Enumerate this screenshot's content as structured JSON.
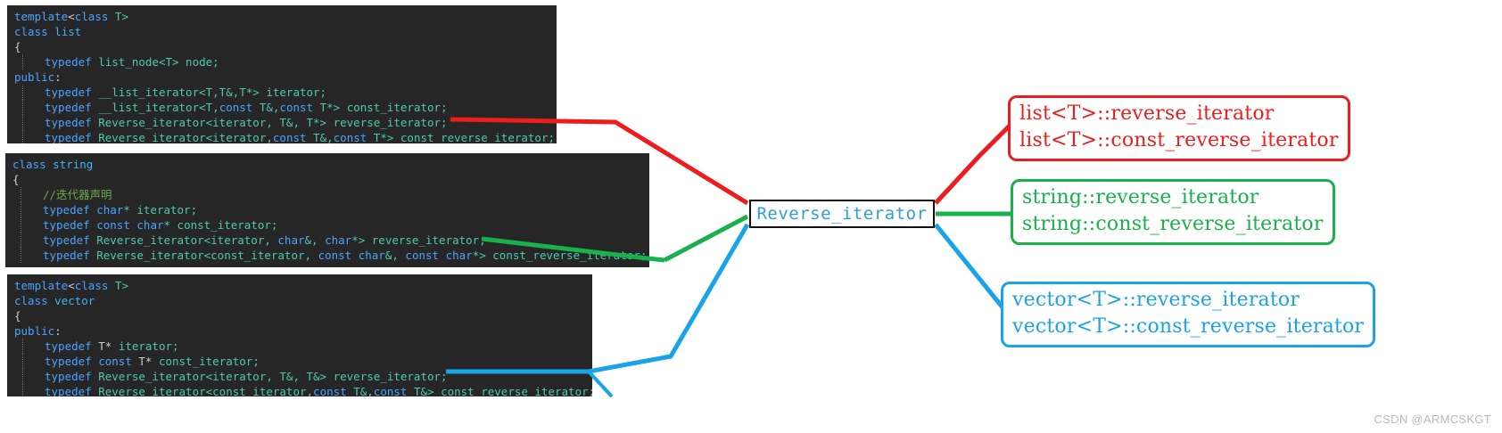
{
  "watermark": "CSDN @ARMCSKGT",
  "center_node": {
    "label": "Reverse_iterator",
    "text_color": "#2b9fe0",
    "border_color": "#111111"
  },
  "code_panels": [
    {
      "id": "list",
      "name": "list-class-code",
      "background": "#262626",
      "lines": [
        {
          "indent": false,
          "segments": [
            {
              "t": "template",
              "c": "kw"
            },
            {
              "t": "<",
              "c": "punc"
            },
            {
              "t": "class",
              "c": "kw"
            },
            {
              "t": " T>",
              "c": "type"
            }
          ]
        },
        {
          "indent": false,
          "segments": [
            {
              "t": "class",
              "c": "kw"
            },
            {
              "t": " ",
              "c": "plain"
            },
            {
              "t": "list",
              "c": "kw2"
            }
          ]
        },
        {
          "indent": false,
          "segments": [
            {
              "t": "{",
              "c": "plain"
            }
          ]
        },
        {
          "indent": true,
          "segments": [
            {
              "t": "typedef",
              "c": "kw"
            },
            {
              "t": " list_node<T> node;",
              "c": "type"
            }
          ]
        },
        {
          "indent": false,
          "segments": [
            {
              "t": "public",
              "c": "kw"
            },
            {
              "t": ":",
              "c": "plain"
            }
          ]
        },
        {
          "indent": true,
          "segments": [
            {
              "t": "typedef",
              "c": "kw"
            },
            {
              "t": " __list_iterator<T,T&,T*> iterator;",
              "c": "type"
            }
          ]
        },
        {
          "indent": true,
          "segments": [
            {
              "t": "typedef",
              "c": "kw"
            },
            {
              "t": " __list_iterator<T,",
              "c": "type"
            },
            {
              "t": "const",
              "c": "kw"
            },
            {
              "t": " T&,",
              "c": "type"
            },
            {
              "t": "const",
              "c": "kw"
            },
            {
              "t": " T*> const_iterator;",
              "c": "type"
            }
          ]
        },
        {
          "indent": true,
          "segments": [
            {
              "t": "typedef",
              "c": "kw"
            },
            {
              "t": " Reverse_iterator<iterator, T&, T*> reverse_iterator;",
              "c": "type"
            }
          ]
        },
        {
          "indent": true,
          "segments": [
            {
              "t": "typedef",
              "c": "kw"
            },
            {
              "t": " Reverse_iterator<iterator,",
              "c": "type"
            },
            {
              "t": "const",
              "c": "kw"
            },
            {
              "t": " T&,",
              "c": "type"
            },
            {
              "t": "const",
              "c": "kw"
            },
            {
              "t": " T*> const_reverse_iterator;",
              "c": "type"
            }
          ]
        }
      ]
    },
    {
      "id": "string",
      "name": "string-class-code",
      "background": "#262626",
      "lines": [
        {
          "indent": false,
          "segments": [
            {
              "t": "class",
              "c": "kw"
            },
            {
              "t": " ",
              "c": "plain"
            },
            {
              "t": "string",
              "c": "kw2"
            }
          ]
        },
        {
          "indent": false,
          "segments": [
            {
              "t": "{",
              "c": "plain"
            }
          ]
        },
        {
          "indent": true,
          "segments": [
            {
              "t": "//迭代器声明",
              "c": "cmt"
            }
          ]
        },
        {
          "indent": true,
          "segments": [
            {
              "t": "typedef",
              "c": "kw"
            },
            {
              "t": " ",
              "c": "plain"
            },
            {
              "t": "char",
              "c": "kw"
            },
            {
              "t": "* iterator;",
              "c": "type"
            }
          ]
        },
        {
          "indent": true,
          "segments": [
            {
              "t": "typedef",
              "c": "kw"
            },
            {
              "t": " ",
              "c": "plain"
            },
            {
              "t": "const",
              "c": "kw"
            },
            {
              "t": " ",
              "c": "plain"
            },
            {
              "t": "char",
              "c": "kw"
            },
            {
              "t": "* const_iterator;",
              "c": "type"
            }
          ]
        },
        {
          "indent": true,
          "segments": [
            {
              "t": "typedef",
              "c": "kw"
            },
            {
              "t": " Reverse_iterator<iterator, ",
              "c": "type"
            },
            {
              "t": "char",
              "c": "kw"
            },
            {
              "t": "&, ",
              "c": "type"
            },
            {
              "t": "char",
              "c": "kw"
            },
            {
              "t": "*> reverse_iterator;",
              "c": "type"
            }
          ]
        },
        {
          "indent": true,
          "segments": [
            {
              "t": "typedef",
              "c": "kw"
            },
            {
              "t": " Reverse_iterator<const_iterator, ",
              "c": "type"
            },
            {
              "t": "const",
              "c": "kw"
            },
            {
              "t": " ",
              "c": "plain"
            },
            {
              "t": "char",
              "c": "kw"
            },
            {
              "t": "&, ",
              "c": "type"
            },
            {
              "t": "const",
              "c": "kw"
            },
            {
              "t": " ",
              "c": "plain"
            },
            {
              "t": "char",
              "c": "kw"
            },
            {
              "t": "*> const_reverse_iterator;",
              "c": "type"
            }
          ]
        }
      ]
    },
    {
      "id": "vector",
      "name": "vector-class-code",
      "background": "#262626",
      "lines": [
        {
          "indent": false,
          "segments": [
            {
              "t": "template",
              "c": "kw"
            },
            {
              "t": "<",
              "c": "punc"
            },
            {
              "t": "class",
              "c": "kw"
            },
            {
              "t": " T>",
              "c": "type"
            }
          ]
        },
        {
          "indent": false,
          "segments": [
            {
              "t": "class",
              "c": "kw"
            },
            {
              "t": " ",
              "c": "plain"
            },
            {
              "t": "vector",
              "c": "kw2"
            }
          ]
        },
        {
          "indent": false,
          "segments": [
            {
              "t": "{",
              "c": "plain"
            }
          ]
        },
        {
          "indent": false,
          "segments": [
            {
              "t": "public",
              "c": "kw"
            },
            {
              "t": ":",
              "c": "plain"
            }
          ]
        },
        {
          "indent": true,
          "segments": [
            {
              "t": "typedef",
              "c": "kw"
            },
            {
              "t": " T* ",
              "c": "plain"
            },
            {
              "t": "iterator;",
              "c": "type"
            }
          ]
        },
        {
          "indent": true,
          "segments": [
            {
              "t": "typedef",
              "c": "kw"
            },
            {
              "t": " ",
              "c": "plain"
            },
            {
              "t": "const",
              "c": "kw"
            },
            {
              "t": " T* ",
              "c": "plain"
            },
            {
              "t": "const_iterator;",
              "c": "type"
            }
          ]
        },
        {
          "indent": true,
          "segments": [
            {
              "t": "typedef",
              "c": "kw"
            },
            {
              "t": " Reverse_iterator<iterator, T&, T&> reverse_iterator;",
              "c": "type"
            }
          ]
        },
        {
          "indent": true,
          "segments": [
            {
              "t": "typedef",
              "c": "kw"
            },
            {
              "t": " Reverse_iterator<const_iterator,",
              "c": "type"
            },
            {
              "t": "const",
              "c": "kw"
            },
            {
              "t": " T&,",
              "c": "type"
            },
            {
              "t": "const",
              "c": "kw"
            },
            {
              "t": " T&> const_reverse_iterator;",
              "c": "type"
            }
          ]
        }
      ]
    }
  ],
  "annotations": [
    {
      "id": "red",
      "name": "list-typedef-annotation",
      "color": "#ee1c1c",
      "lines": [
        "list<T>::reverse_iterator",
        "list<T>::const_reverse_iterator"
      ]
    },
    {
      "id": "green",
      "name": "string-typedef-annotation",
      "color": "#18b14b",
      "lines": [
        "string::reverse_iterator",
        "string::const_reverse_iterator"
      ]
    },
    {
      "id": "blue",
      "name": "vector-typedef-annotation",
      "color": "#19a3e8",
      "lines": [
        "vector<T>::reverse_iterator",
        "vector<T>::const_reverse_iterator"
      ]
    }
  ]
}
